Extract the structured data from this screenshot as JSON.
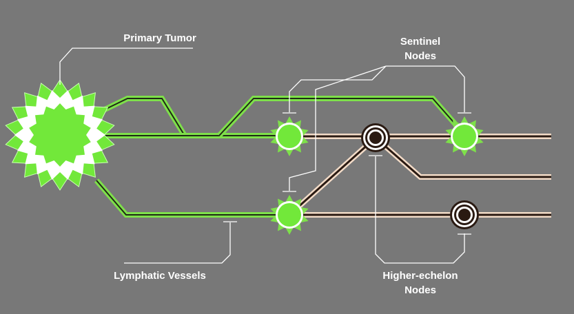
{
  "labels": {
    "primary_tumor": "Primary Tumor",
    "sentinel_line1": "Sentinel",
    "sentinel_line2": "Nodes",
    "lymphatic_vessels": "Lymphatic Vessels",
    "higher_line1": "Higher-echelon",
    "higher_line2": "Nodes"
  },
  "colors": {
    "background": "#787878",
    "tumor_green": "#72e83a",
    "vessel_green": "#7ee04a",
    "node_dark": "#2a1a12",
    "callout": "#ffffff"
  }
}
